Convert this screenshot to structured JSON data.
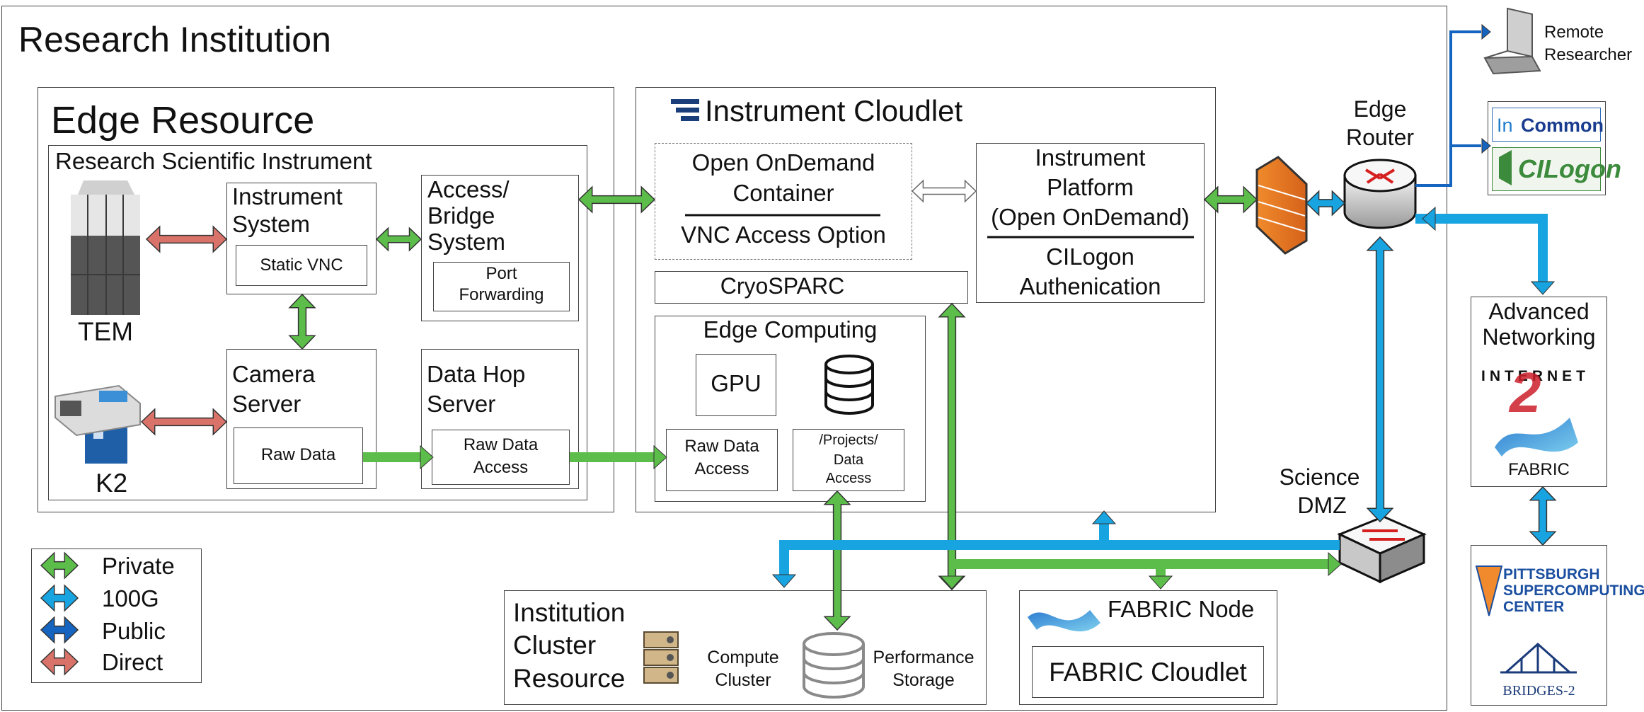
{
  "research_institution": {
    "title": "Research Institution"
  },
  "edge_resource": {
    "title": "Edge Resource",
    "instrument_group": "Research Scientific Instrument",
    "instrument_system": {
      "title_l1": "Instrument",
      "title_l2": "System",
      "sub": "Static VNC"
    },
    "access_bridge": {
      "title_l1": "Access/",
      "title_l2": "Bridge",
      "title_l3": "System",
      "sub_l1": "Port",
      "sub_l2": "Forwarding"
    },
    "camera_server": {
      "title_l1": "Camera",
      "title_l2": "Server",
      "sub": "Raw Data"
    },
    "data_hop": {
      "title_l1": "Data Hop",
      "title_l2": "Server",
      "sub_l1": "Raw Data",
      "sub_l2": "Access"
    },
    "tem_label": "TEM",
    "k2_label": "K2"
  },
  "instrument_cloudlet": {
    "title": "Instrument Cloudlet",
    "ood_container": {
      "l1": "Open OnDemand",
      "l2": "Container",
      "l3": "VNC Access Option"
    },
    "platform": {
      "l1": "Instrument",
      "l2": "Platform",
      "l3": "(Open OnDemand)",
      "l4": "CILogon",
      "l5": "Authenication"
    },
    "cryosparc": "CryoSPARC",
    "edge_computing": {
      "title": "Edge Computing",
      "gpu": "GPU",
      "raw_l1": "Raw Data",
      "raw_l2": "Access",
      "proj_l1": "/Projects/",
      "proj_l2": "Data",
      "proj_l3": "Access"
    }
  },
  "edge_router": {
    "l1": "Edge",
    "l2": "Router"
  },
  "science_dmz": {
    "l1": "Science",
    "l2": "DMZ"
  },
  "remote_researcher": {
    "l1": "Remote",
    "l2": "Researcher"
  },
  "incommon": {
    "in": "In",
    "common": "Common"
  },
  "cilogon": "CILogon",
  "advanced_networking": {
    "l1": "Advanced",
    "l2": "Networking",
    "internet": "INTERNET",
    "two": "2",
    "fabric": "FABRIC"
  },
  "psc": {
    "l1": "PITTSBURGH",
    "l2": "SUPERCOMPUTING",
    "l3": "CENTER",
    "bridges": "BRIDGES-2"
  },
  "cluster": {
    "l1": "Institution",
    "l2": "Cluster",
    "l3": "Resource",
    "compute_l1": "Compute",
    "compute_l2": "Cluster",
    "storage_l1": "Performance",
    "storage_l2": "Storage"
  },
  "fabric_node": {
    "title": "FABRIC Node",
    "cloudlet": "FABRIC Cloudlet"
  },
  "legend": {
    "items": [
      {
        "label": "Private",
        "color": "#5cbd4a"
      },
      {
        "label": "100G",
        "color": "#18a4e0"
      },
      {
        "label": "Public",
        "color": "#1565c0"
      },
      {
        "label": "Direct",
        "color": "#d9736a"
      }
    ]
  }
}
